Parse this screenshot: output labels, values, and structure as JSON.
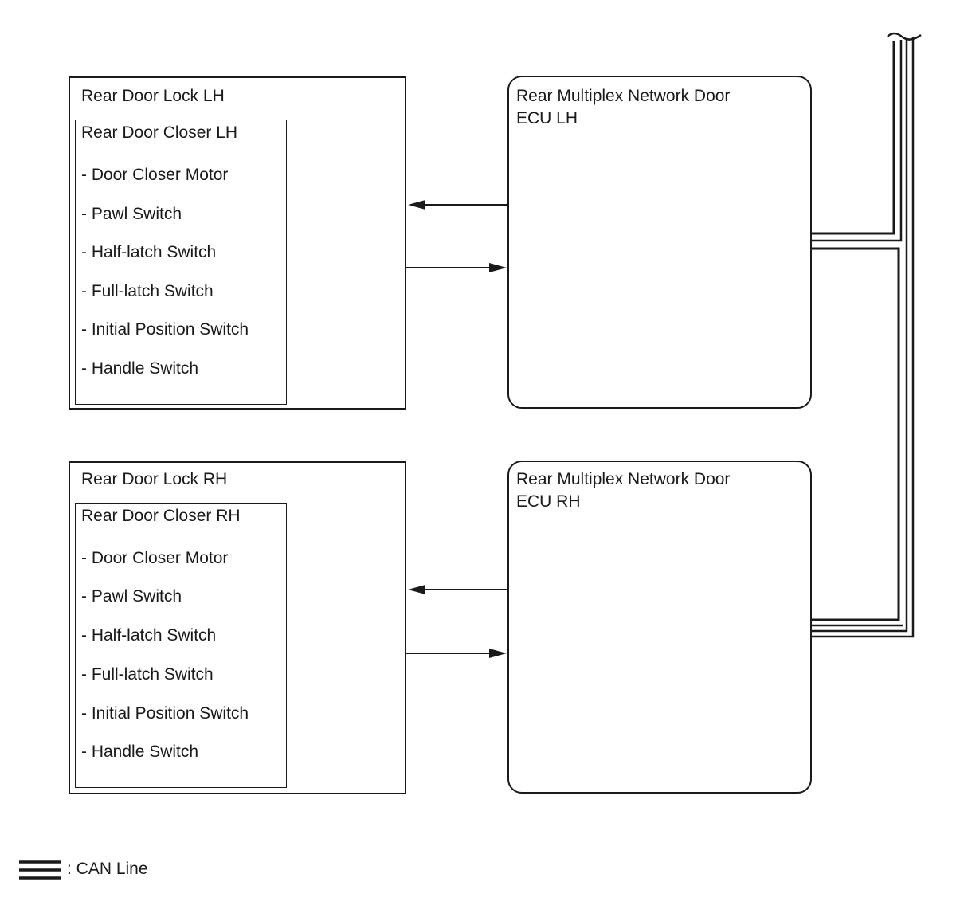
{
  "diagram": {
    "left_side": {
      "lock": {
        "title": "Rear Door Lock LH"
      },
      "closer": {
        "title": "Rear Door Closer LH",
        "items": [
          "- Door Closer Motor",
          "- Pawl Switch",
          "- Half-latch Switch",
          "- Full-latch Switch",
          "- Initial Position Switch",
          "- Handle Switch"
        ]
      },
      "ecu": {
        "title": "Rear Multiplex Network Door\nECU LH"
      }
    },
    "right_side": {
      "lock": {
        "title": "Rear Door Lock RH"
      },
      "closer": {
        "title": "Rear Door Closer RH",
        "items": [
          "- Door Closer Motor",
          "- Pawl Switch",
          "- Half-latch Switch",
          "- Full-latch Switch",
          "- Initial Position Switch",
          "- Handle Switch"
        ]
      },
      "ecu": {
        "title": "Rear Multiplex Network Door\nECU RH"
      }
    },
    "legend": {
      "text": ": CAN Line"
    },
    "colors": {
      "line": "#1a1a1a",
      "background": "#ffffff"
    }
  }
}
